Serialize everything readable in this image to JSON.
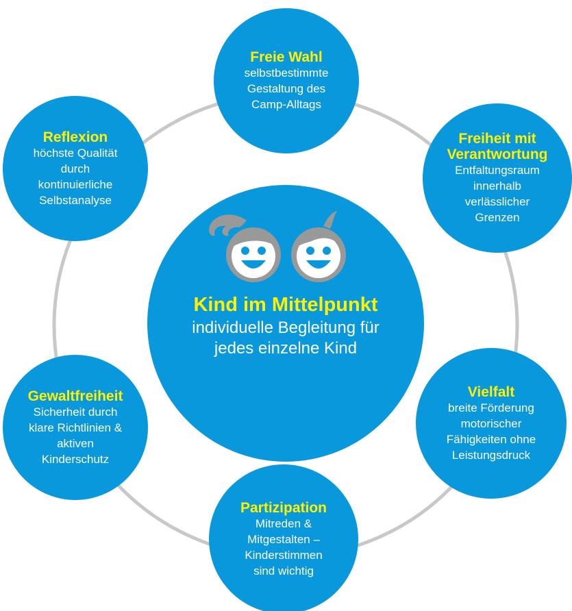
{
  "center": {
    "title": "Kind im Mittelpunkt",
    "lines": [
      "individuelle Begleitung für",
      "jedes einzelne Kind"
    ]
  },
  "nodes": [
    {
      "id": "freie-wahl",
      "title": [
        "Freie Wahl"
      ],
      "lines": [
        "selbstbestimmte",
        "Gestaltung des",
        "Camp-Alltags"
      ]
    },
    {
      "id": "freiheit",
      "title": [
        "Freiheit mit",
        "Verantwortung"
      ],
      "lines": [
        "Entfaltungsraum",
        "innerhalb",
        "verlässlicher",
        "Grenzen"
      ]
    },
    {
      "id": "vielfalt",
      "title": [
        "Vielfalt"
      ],
      "lines": [
        "breite Förderung",
        "motorischer",
        "Fähigkeiten ohne",
        "Leistungsdruck"
      ]
    },
    {
      "id": "partizipation",
      "title": [
        "Partizipation"
      ],
      "lines": [
        "Mitreden &",
        "Mitgestalten –",
        "Kinderstimmen",
        "sind wichtig"
      ]
    },
    {
      "id": "gewaltfreiheit",
      "title": [
        "Gewaltfreiheit"
      ],
      "lines": [
        "Sicherheit durch",
        "klare Richtlinien &",
        "aktiven",
        "Kinderschutz"
      ]
    },
    {
      "id": "reflexion",
      "title": [
        "Reflexion"
      ],
      "lines": [
        "höchste Qualität",
        "durch",
        "kontinuierliche",
        "Selbstanalyse"
      ]
    }
  ],
  "colors": {
    "circle": "#0a98dc",
    "title": "#fff200",
    "ring": "#c8c8c8",
    "icon": "#999999"
  }
}
